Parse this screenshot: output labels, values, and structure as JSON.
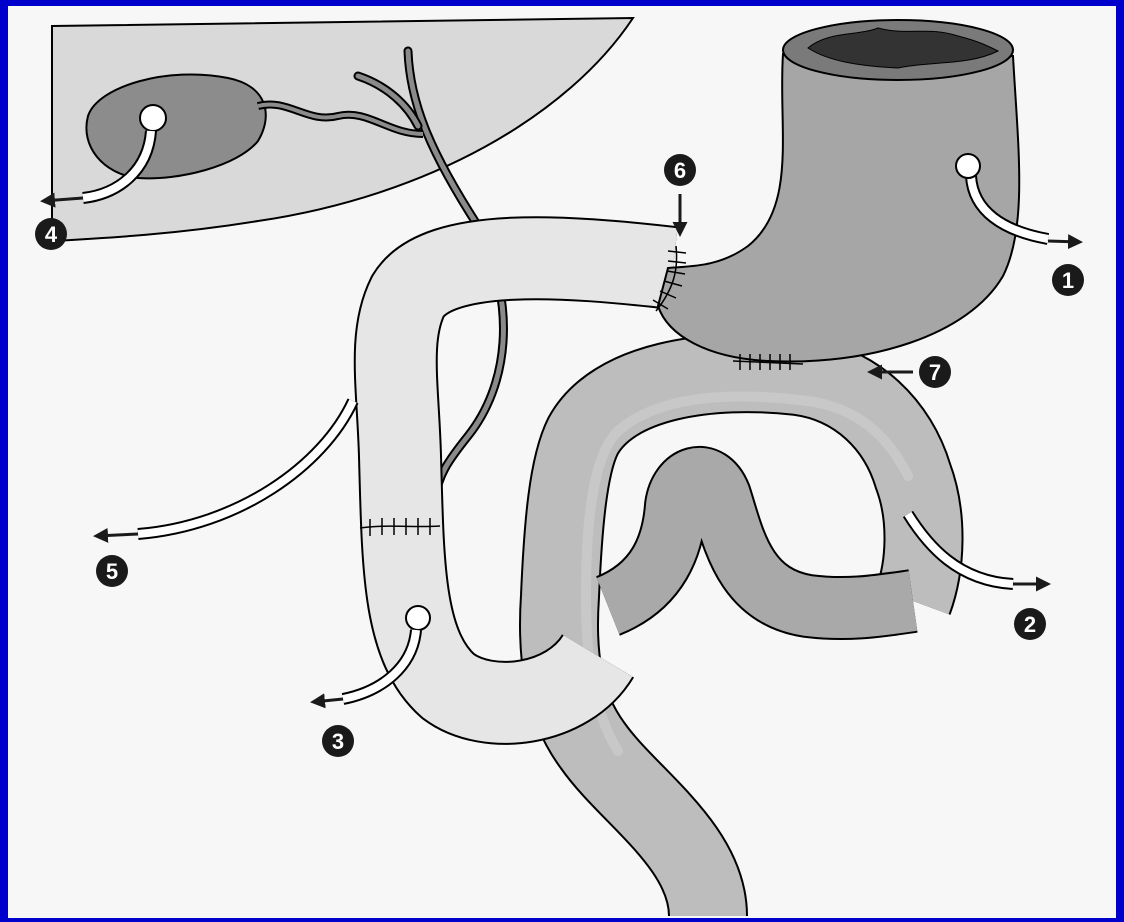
{
  "diagram": {
    "colors": {
      "frame": "#0000cc",
      "background": "#f7f7f7",
      "liver": "#d9d9d9",
      "gallbladder": "#8c8c8c",
      "duct": "#8a8a8a",
      "stomach": "#a6a6a6",
      "jejunum_loop": "#bdbdbd",
      "duodenal_limb": "#e6e6e6",
      "tube": "#ffffff",
      "marker": "#1a1a1a"
    },
    "markers": [
      {
        "id": "marker-1",
        "label": "1",
        "meaning": "drain-arrow"
      },
      {
        "id": "marker-2",
        "label": "2",
        "meaning": "drain-arrow"
      },
      {
        "id": "marker-3",
        "label": "3",
        "meaning": "drain-arrow"
      },
      {
        "id": "marker-4",
        "label": "4",
        "meaning": "drain-arrow"
      },
      {
        "id": "marker-5",
        "label": "5",
        "meaning": "drain-arrow"
      },
      {
        "id": "marker-6",
        "label": "6",
        "meaning": "pointer-arrow-down"
      },
      {
        "id": "marker-7",
        "label": "7",
        "meaning": "pointer-arrow-left"
      }
    ]
  }
}
